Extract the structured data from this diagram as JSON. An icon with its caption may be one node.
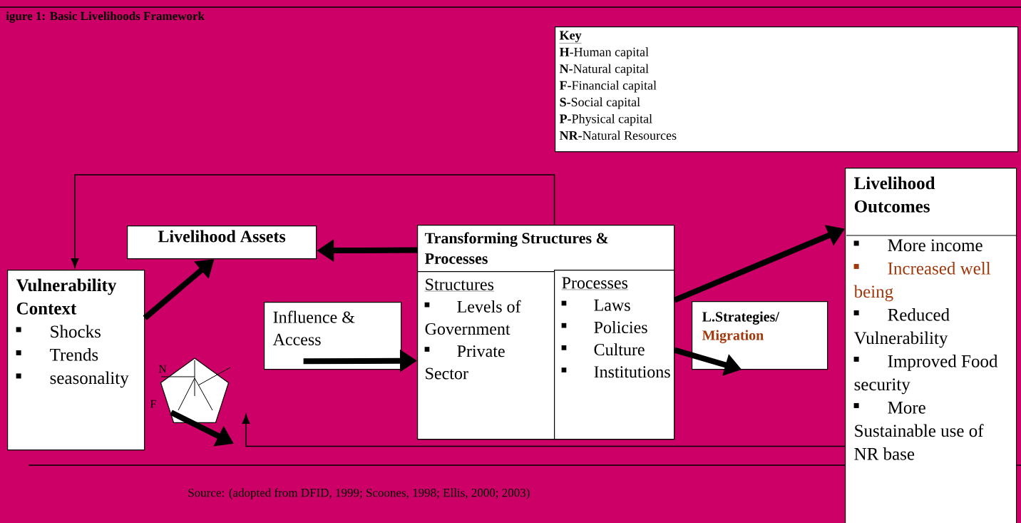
{
  "diagram": {
    "title": "igure 1: Basic Livelihoods Framework",
    "caption": "Source: (adopted from DFID, 1999; Scoones, 1998; Ellis, 2000; 2003)",
    "nodes": [
      {
        "text": [
          "Key",
          "**H**-Human capital",
          "**N-**Natural capital",
          "**F-**Financial capital",
          "**S-**Social capital",
          "**P-**Physical capital",
          "**NR-**Natural Resources"
        ]
      },
      {
        "text": [
          "Vulnerability Context",
          "Shocks",
          "Trends",
          "seasonality"
        ]
      },
      {
        "text": [
          "Livelihood Assets"
        ]
      },
      {
        "text": [],
        "shape": "pentagon",
        "beside": [
          "N",
          "F"
        ]
      },
      {
        "text": [
          "Influence & Access"
        ]
      },
      {
        "text": [
          "Transforming Structures & Processes"
        ]
      },
      {
        "text": [
          "Structures",
          "Levels of Government",
          "Private Sector"
        ],
        "in": 5
      },
      {
        "text": [
          "Processes",
          "Laws",
          "Policies",
          "Culture",
          "Institutions"
        ],
        "in": 5
      },
      {
        "text": [
          "L.Strategies/",
          "Migration"
        ]
      },
      {
        "text": [
          "Livelihood Outcomes",
          "More income",
          "Increased well being",
          "Reduced Vulnerability",
          "Improved Food security",
          "More Sustainable use of NR base"
        ]
      }
    ],
    "edges": [
      {
        "from": 5,
        "to": 1,
        "arrow": "to"
      },
      {
        "from": 1,
        "to": 2,
        "arrow": "to"
      },
      {
        "from": 5,
        "to": 2,
        "arrow": "to"
      },
      {
        "from": 4,
        "to": 5,
        "arrow": "to"
      },
      {
        "from": 3,
        "to": null,
        "arrow": "to"
      },
      {
        "from": 9,
        "to": null,
        "arrow": "to"
      },
      {
        "from": 5,
        "to": 9,
        "arrow": "to"
      },
      {
        "from": 5,
        "to": 8,
        "arrow": "to"
      }
    ]
  }
}
